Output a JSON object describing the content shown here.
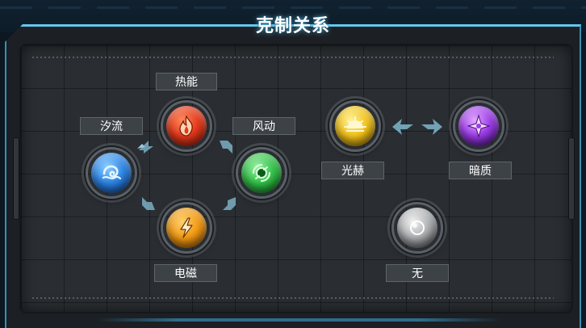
{
  "title": "克制关系",
  "elements": {
    "heat": {
      "label": "热能",
      "color": "#e23a1c",
      "icon": "flame-icon"
    },
    "flow": {
      "label": "汐流",
      "color": "#2f86e6",
      "icon": "water-icon"
    },
    "wind": {
      "label": "风动",
      "color": "#34c24a",
      "icon": "wind-icon"
    },
    "electric": {
      "label": "电磁",
      "color": "#f19a14",
      "icon": "lightning-icon"
    },
    "light": {
      "label": "光赫",
      "color": "#f1c21b",
      "icon": "sun-icon"
    },
    "dark": {
      "label": "暗质",
      "color": "#9b3ce6",
      "icon": "star-cross-icon"
    },
    "none": {
      "label": "无",
      "color": "#b5b8bb",
      "icon": "neutral-icon"
    }
  }
}
